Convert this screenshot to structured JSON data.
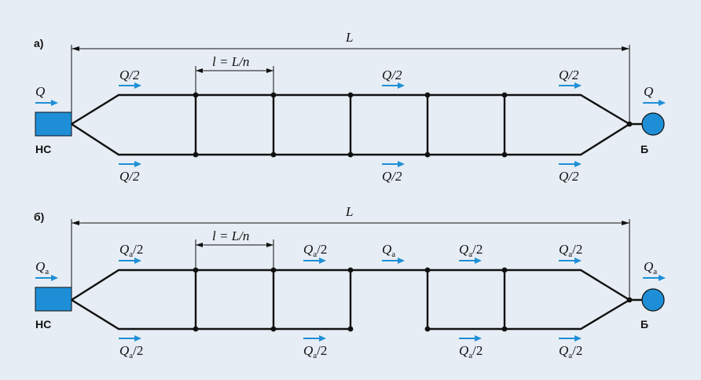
{
  "diagrams": [
    {
      "panel_label": "а)",
      "length_label": "L",
      "segment_label": "l = L/n",
      "pump_label": "НС",
      "tank_label": "Б",
      "inflow": "Q",
      "outflow": "Q",
      "top_flows": [
        "Q/2",
        "Q/2",
        "Q/2"
      ],
      "bottom_flows": [
        "Q/2",
        "Q/2",
        "Q/2"
      ],
      "middle_flow": ""
    },
    {
      "panel_label": "б)",
      "length_label": "L",
      "segment_label": "l = L/n",
      "pump_label": "НС",
      "tank_label": "Б",
      "inflow": "Qa",
      "outflow": "Qa",
      "top_flows": [
        "Qa/2",
        "Qa/2",
        "Qa/2",
        "Qa/2"
      ],
      "bottom_flows": [
        "Qa/2",
        "Qa/2",
        "Qa/2",
        "Qa/2"
      ],
      "middle_flow": "Qa"
    }
  ],
  "colors": {
    "background": "#e6edf4",
    "pump_station": "#1e8fd6",
    "tank": "#1e8fd6",
    "flow_arrow": "#1e8fd6",
    "pipe": "#111111"
  }
}
